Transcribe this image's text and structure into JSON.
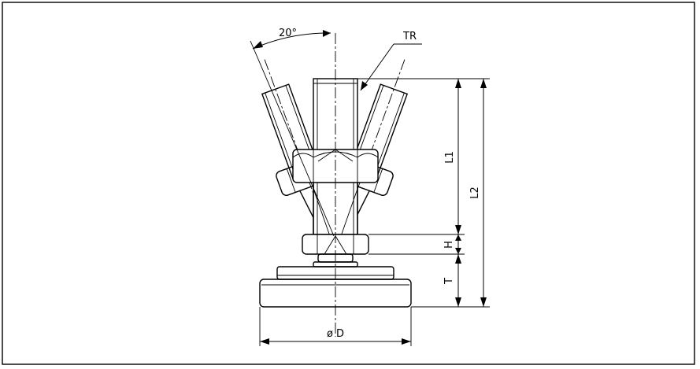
{
  "title": "",
  "labels": {
    "angle": "20°",
    "thread": "TR",
    "l1": "L1",
    "l2": "L2",
    "h": "H",
    "t": "T",
    "diameter": "ø D"
  },
  "colors": {
    "line": "#000000",
    "background": "#ffffff"
  }
}
